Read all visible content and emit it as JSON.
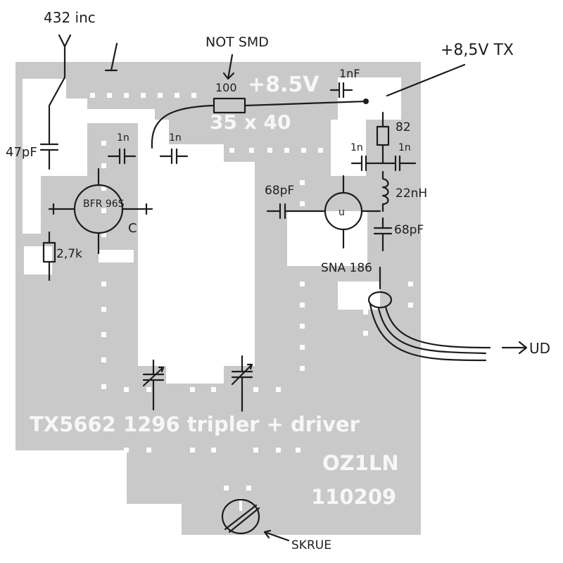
{
  "colors": {
    "paper": "#ffffff",
    "pcb": "#c9c9c9",
    "silk_text": "#f7f7f7",
    "ink": "#1c1c1c"
  },
  "pcb": {
    "voltage_label": "+8.5V",
    "size_label": "35 x 40",
    "title": "TX5662 1296 tripler + driver",
    "author": "OZ1LN",
    "date": "110209"
  },
  "annotations": {
    "input": "432 inc",
    "not_smd": "NOT SMD",
    "supply": "+8,5V TX",
    "output": "UD",
    "screw": "SKRUE",
    "transistor": "BFR 96S",
    "transistor_c": "C",
    "mmic": "SNA 186",
    "mmic_mark": "u"
  },
  "components": {
    "c_input": "47pF",
    "r_bias": "2,7k",
    "c_1n_a": "1n",
    "c_1n_b": "1n",
    "r_series": "100",
    "c_supply": "1nF",
    "r_82": "82",
    "c_1n_c": "1n",
    "c_1n_d": "1n",
    "l_choke": "22nH",
    "c_68p_in": "68pF",
    "c_68p_out": "68pF"
  }
}
